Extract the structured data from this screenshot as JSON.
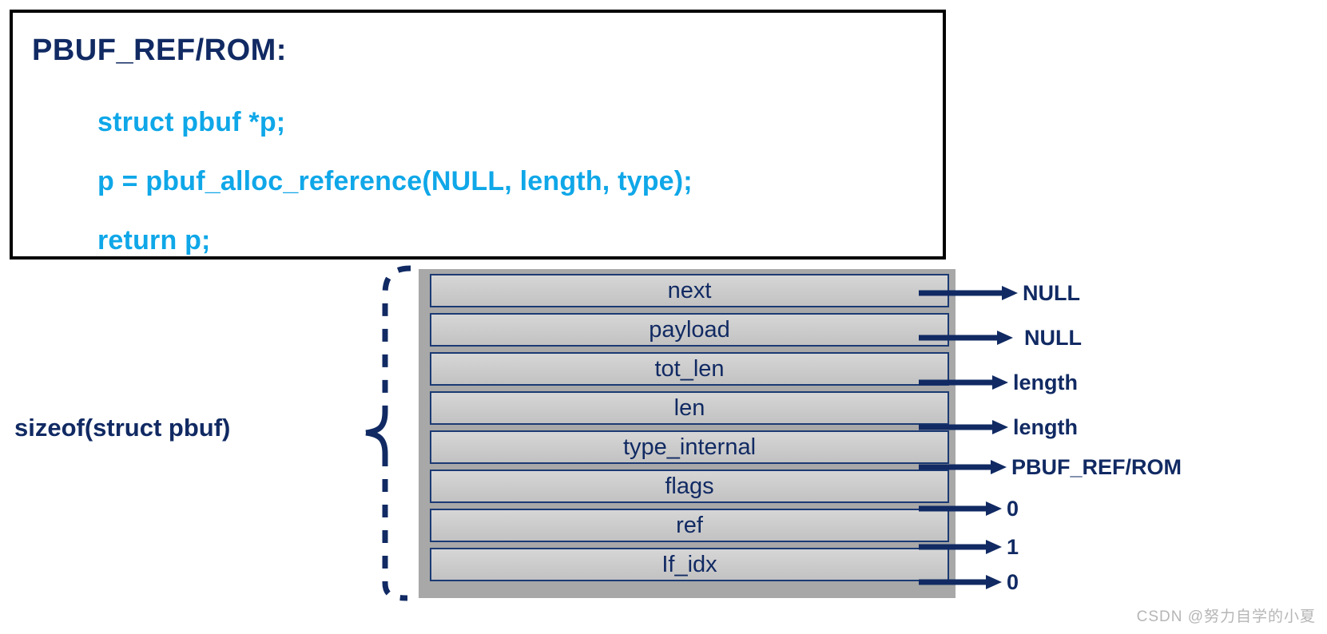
{
  "code_box": {
    "title": "PBUF_REF/ROM:",
    "lines": [
      "struct pbuf *p;",
      "p = pbuf_alloc_reference(NULL, length, type);",
      "return p;"
    ],
    "title_color": "#112A63",
    "code_color": "#0FA7E8",
    "border_color": "#000000"
  },
  "sizeof_label": "sizeof(struct pbuf)",
  "brace": {
    "style": "dashed-curly-brace",
    "color": "#112A63"
  },
  "struct": {
    "name": "pbuf",
    "frame_color": "#a8a8a8",
    "cell_border_color": "#1b3a73",
    "cell_text_color": "#112A63",
    "fields": [
      {
        "name": "next",
        "value": "NULL"
      },
      {
        "name": "payload",
        "value": "NULL"
      },
      {
        "name": "tot_len",
        "value": "length"
      },
      {
        "name": "len",
        "value": "length"
      },
      {
        "name": "type_internal",
        "value": "PBUF_REF/ROM"
      },
      {
        "name": "flags",
        "value": "0"
      },
      {
        "name": "ref",
        "value": "1"
      },
      {
        "name": "If_idx",
        "value": "0"
      }
    ]
  },
  "watermark": "CSDN @努力自学的小夏"
}
